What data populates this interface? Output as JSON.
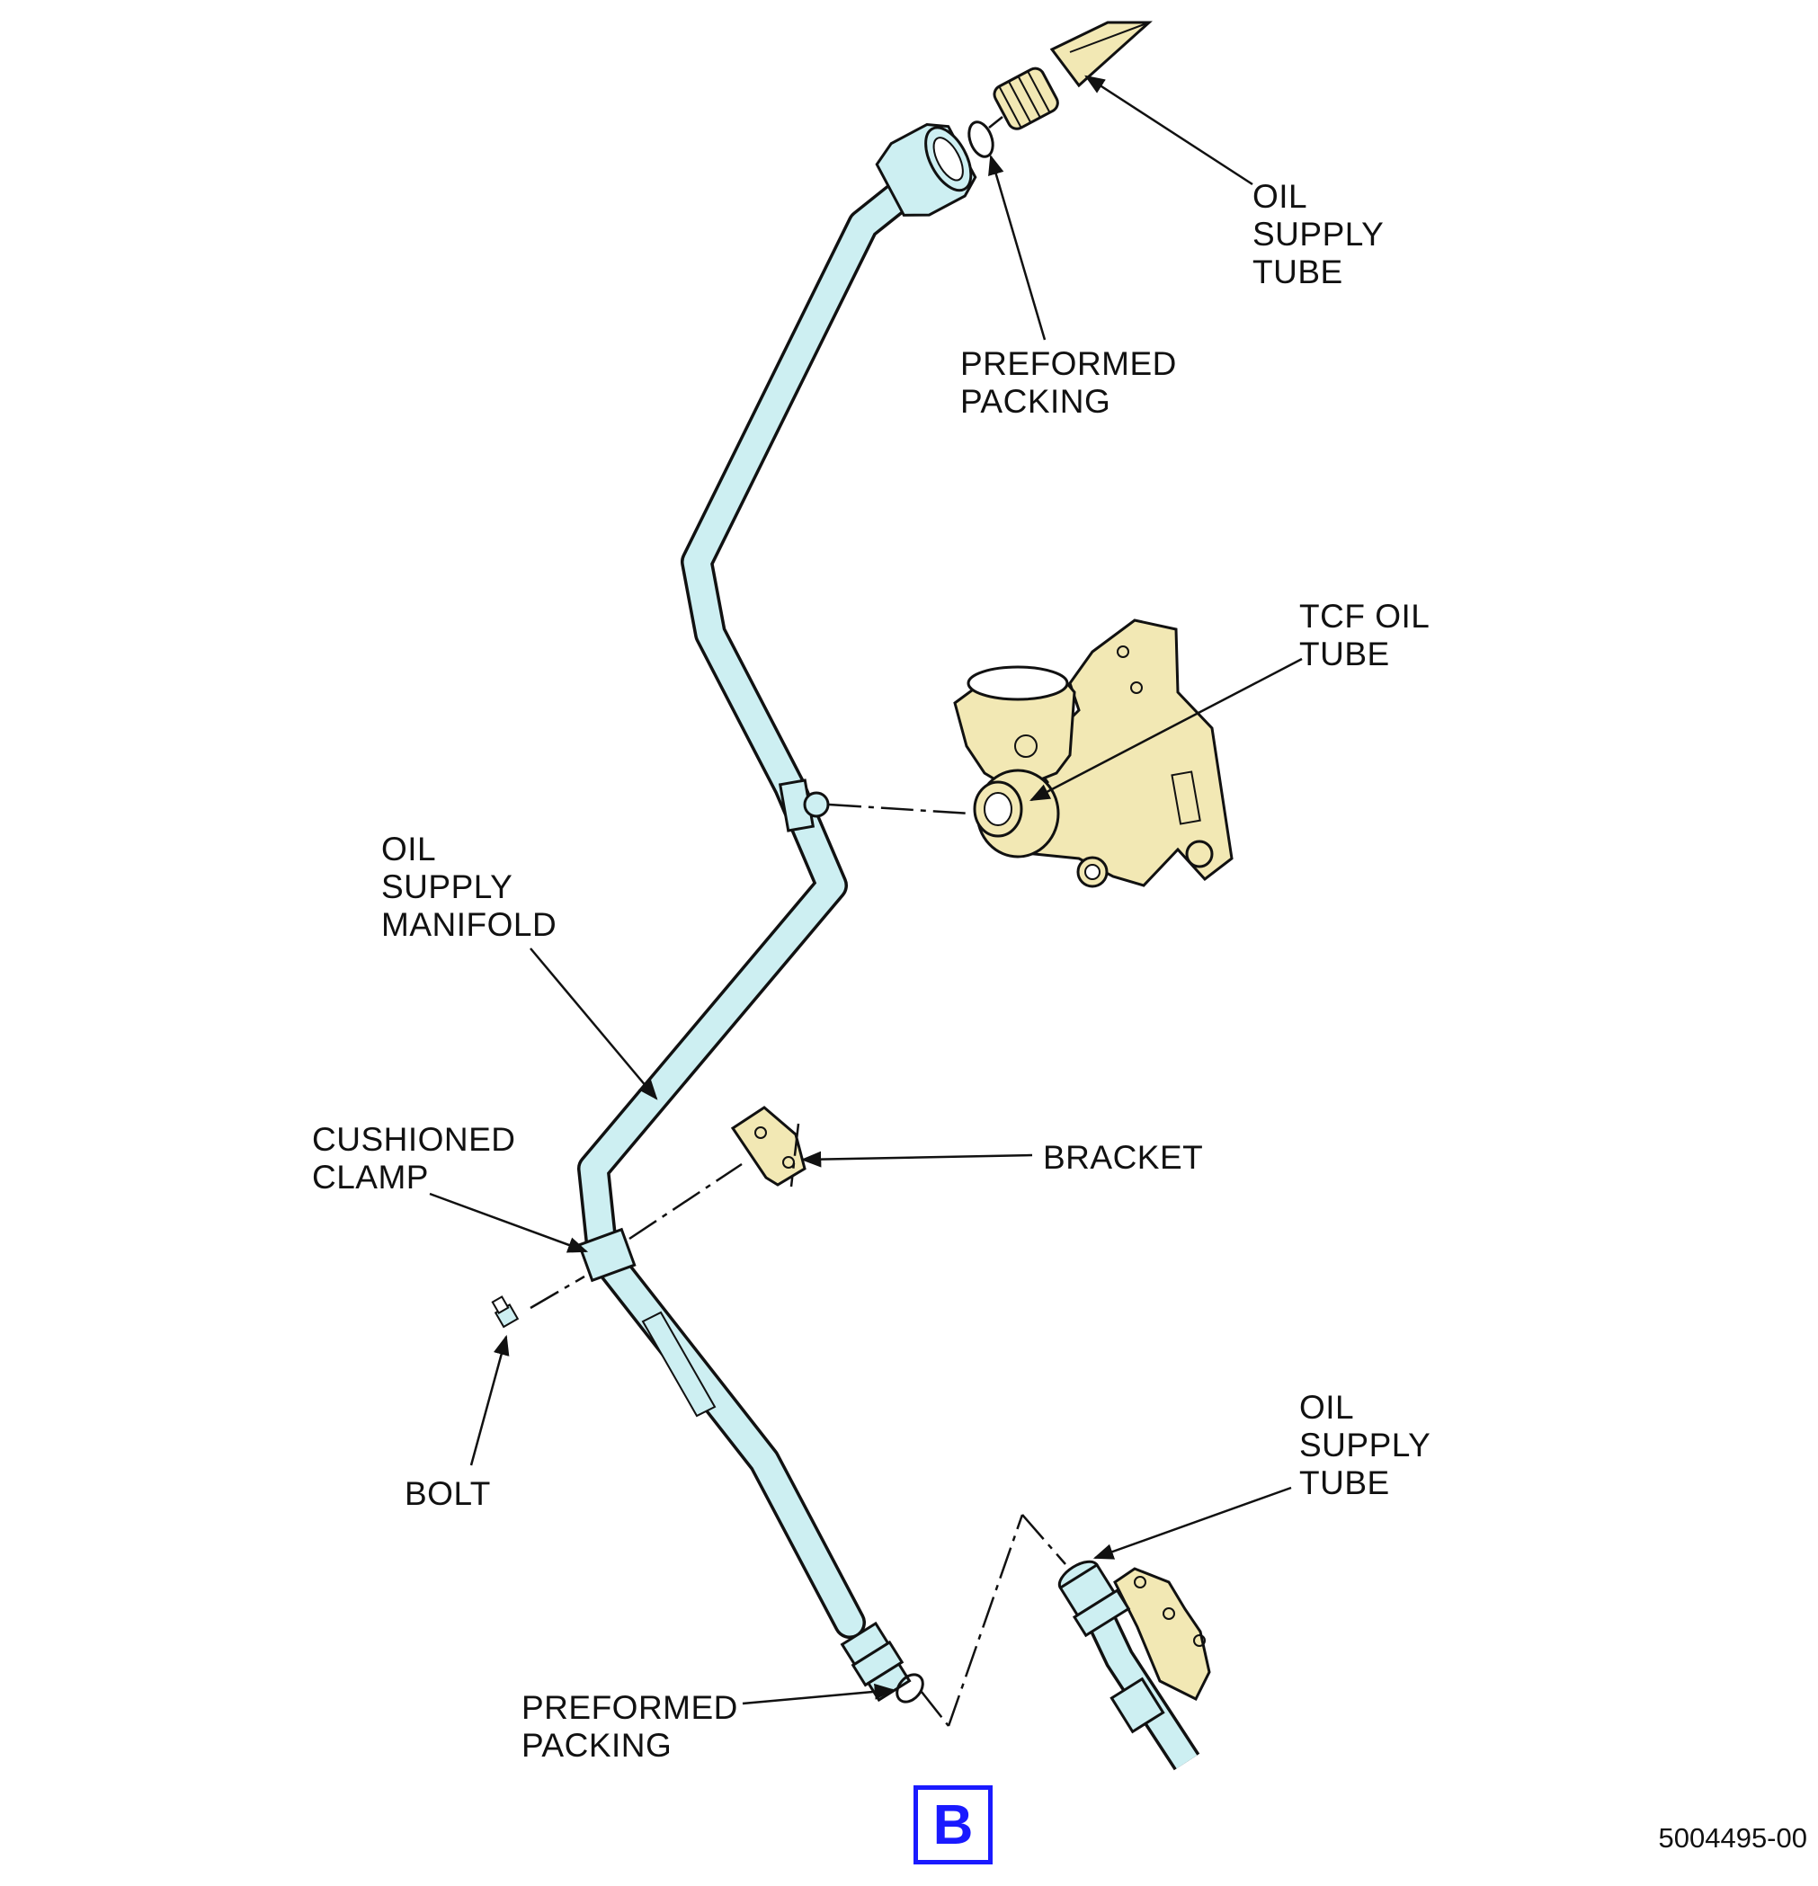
{
  "callouts": {
    "oil_supply_tube_top": "OIL\nSUPPLY\nTUBE",
    "preformed_packing_top": "PREFORMED\nPACKING",
    "tcf_oil_tube": "TCF OIL\nTUBE",
    "oil_supply_manifold": "OIL\nSUPPLY\nMANIFOLD",
    "cushioned_clamp": "CUSHIONED\nCLAMP",
    "bracket": "BRACKET",
    "bolt": "BOLT",
    "oil_supply_tube_bottom": "OIL\nSUPPLY\nTUBE",
    "preformed_packing_bottom": "PREFORMED\nPACKING"
  },
  "view_label": "B",
  "figure_number": "5004495-00",
  "colors": {
    "manifold_fill": "#cdeff2",
    "part_fill": "#f2e8b4",
    "outline": "#111111",
    "view_label": "#1a1aff"
  }
}
